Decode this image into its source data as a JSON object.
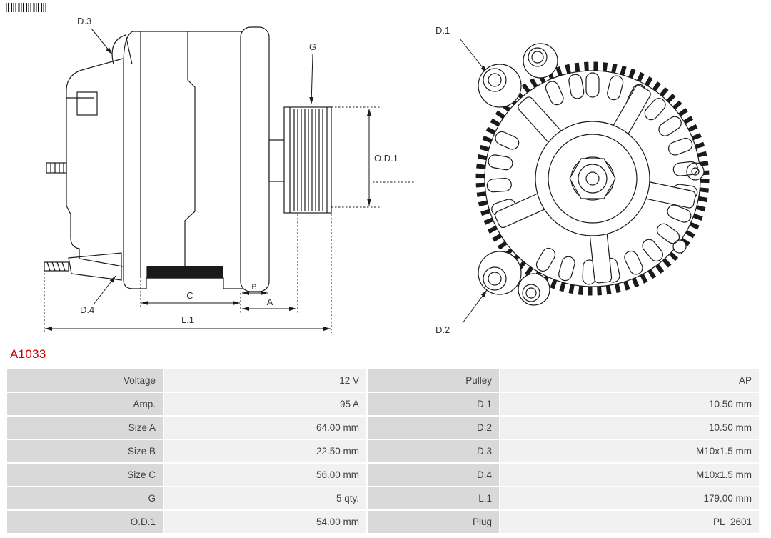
{
  "part": {
    "number": "A1033"
  },
  "colors": {
    "part_number": "#cc0000",
    "table_label_bg": "#d9d9d9",
    "table_value_bg": "#f1f1f1",
    "drawing_line": "#1a1a1a"
  },
  "diagram": {
    "labels": {
      "d1": "D.1",
      "d2": "D.2",
      "d3": "D.3",
      "d4": "D.4",
      "g": "G",
      "od1": "O.D.1",
      "a": "A",
      "b": "B",
      "c": "C",
      "l1": "L.1"
    }
  },
  "table": {
    "rows": [
      {
        "label_left": "Voltage",
        "value_left": "12 V",
        "label_right": "Pulley",
        "value_right": "AP"
      },
      {
        "label_left": "Amp.",
        "value_left": "95 A",
        "label_right": "D.1",
        "value_right": "10.50 mm"
      },
      {
        "label_left": "Size A",
        "value_left": "64.00 mm",
        "label_right": "D.2",
        "value_right": "10.50 mm"
      },
      {
        "label_left": "Size B",
        "value_left": "22.50 mm",
        "label_right": "D.3",
        "value_right": "M10x1.5 mm"
      },
      {
        "label_left": "Size C",
        "value_left": "56.00 mm",
        "label_right": "D.4",
        "value_right": "M10x1.5 mm"
      },
      {
        "label_left": "G",
        "value_left": "5 qty.",
        "label_right": "L.1",
        "value_right": "179.00 mm"
      },
      {
        "label_left": "O.D.1",
        "value_left": "54.00 mm",
        "label_right": "Plug",
        "value_right": "PL_2601"
      }
    ]
  }
}
